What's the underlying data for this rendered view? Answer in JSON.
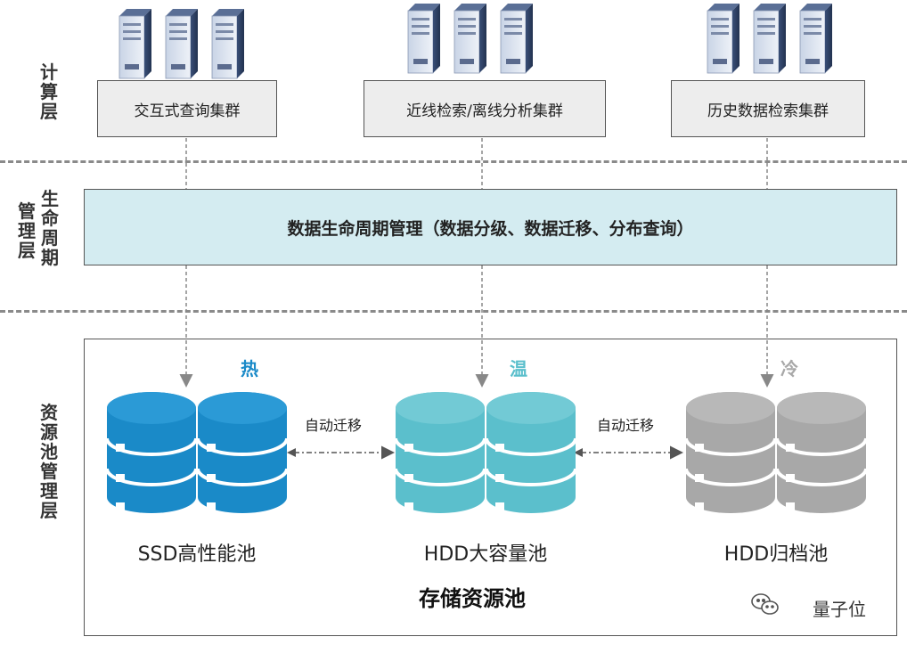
{
  "layers": {
    "compute": [
      "计",
      "算",
      "层"
    ],
    "lifecycle": {
      "col1": [
        "管",
        "理",
        "层"
      ],
      "col2": [
        "生",
        "命",
        "周",
        "期"
      ]
    },
    "resource_pool": [
      "资",
      "源",
      "池",
      "管",
      "理",
      "层"
    ]
  },
  "clusters": {
    "interactive": "交互式查询集群",
    "nearline": "近线检索/离线分析集群",
    "history": "历史数据检索集群"
  },
  "lifecycle_box": "数据生命周期管理（数据分级、数据迁移、分布查询）",
  "temperatures": {
    "hot": {
      "label": "热",
      "color": "#1a8ac8"
    },
    "warm": {
      "label": "温",
      "color": "#5bbfcc"
    },
    "cold": {
      "label": "冷",
      "color": "#a8a8a8"
    }
  },
  "migrations": {
    "left": "自动迁移",
    "right": "自动迁移"
  },
  "pools": {
    "ssd": {
      "name": "SSD高性能池",
      "color": "#1a8ac8"
    },
    "hdd_large": {
      "name": "HDD大容量池",
      "color": "#5bbfcc"
    },
    "hdd_archive": {
      "name": "HDD归档池",
      "color": "#a8a8a8"
    }
  },
  "storage_title": "存储资源池",
  "watermark": "量子位"
}
